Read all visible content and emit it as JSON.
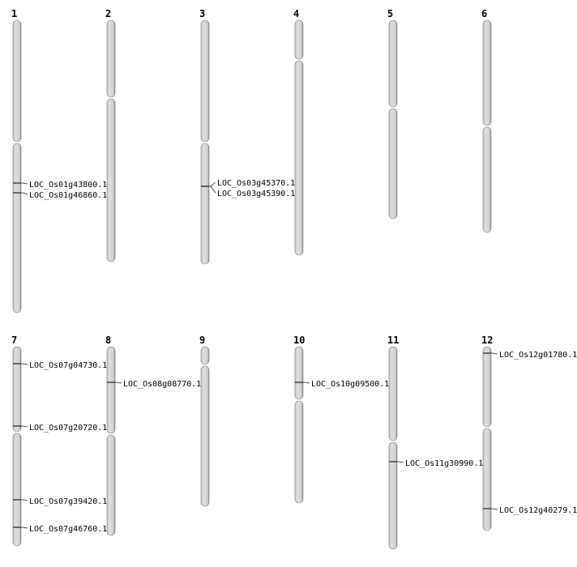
{
  "colors": {
    "chromosome_fill": "#d4d4d4",
    "chromosome_edge": "#7a7a7a",
    "marker_line": "#222222"
  },
  "chromosomes": [
    {
      "name": "1",
      "markers": [
        "LOC_Os01g43800.1",
        "LOC_Os01g46860.1"
      ]
    },
    {
      "name": "2",
      "markers": []
    },
    {
      "name": "3",
      "markers": [
        "LOC_Os03g45370.1",
        "LOC_Os03g45390.1"
      ]
    },
    {
      "name": "4",
      "markers": []
    },
    {
      "name": "5",
      "markers": []
    },
    {
      "name": "6",
      "markers": []
    },
    {
      "name": "7",
      "markers": [
        "LOC_Os07g04730.1",
        "LOC_Os07g20720.1",
        "LOC_Os07g39420.1",
        "LOC_Os07g46760.1"
      ]
    },
    {
      "name": "8",
      "markers": [
        "LOC_Os08g08770.1"
      ]
    },
    {
      "name": "9",
      "markers": []
    },
    {
      "name": "10",
      "markers": [
        "LOC_Os10g09500.1"
      ]
    },
    {
      "name": "11",
      "markers": [
        "LOC_Os11g30990.1"
      ]
    },
    {
      "name": "12",
      "markers": [
        "LOC_Os12g01780.1",
        "LOC_Os12g40279.1"
      ]
    }
  ]
}
